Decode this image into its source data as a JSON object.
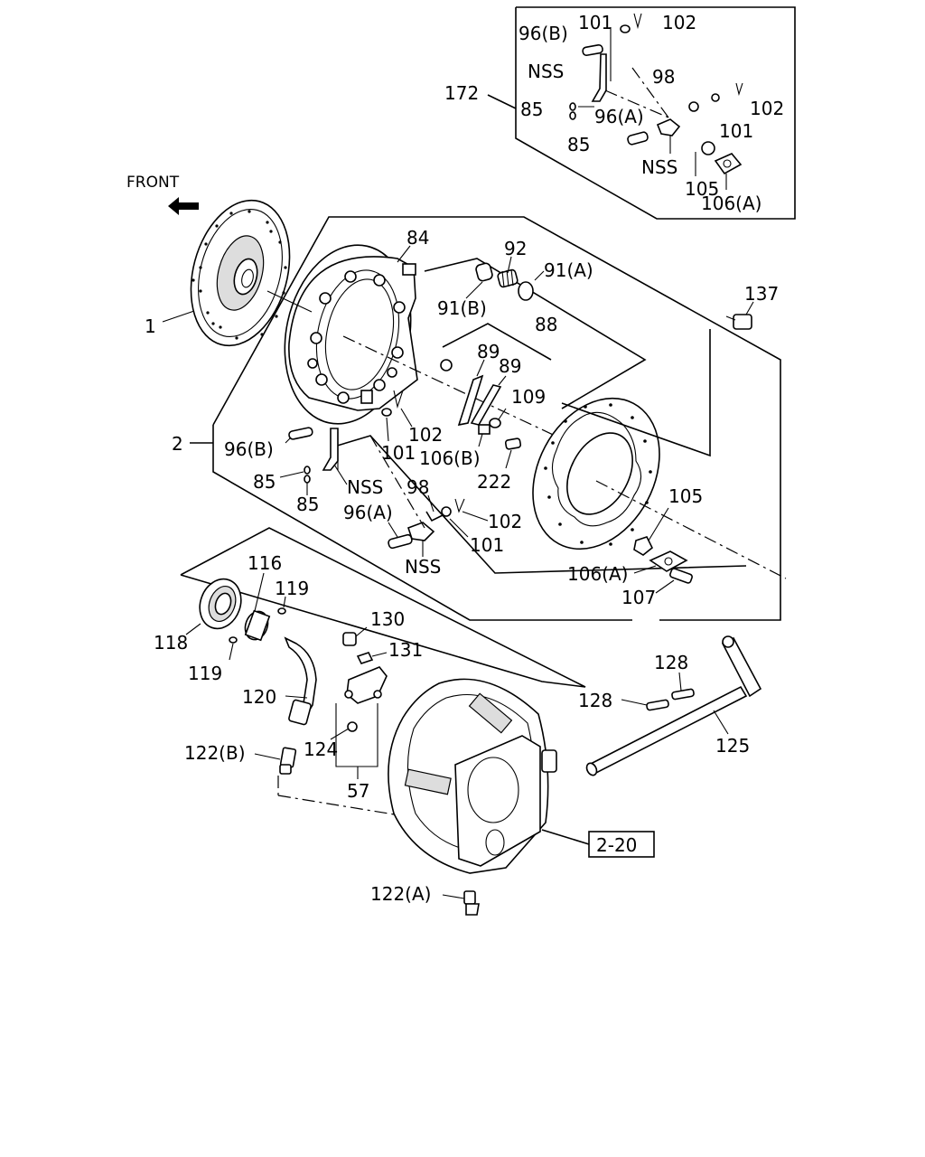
{
  "front_label": "FRONT",
  "reference_box": "2-20",
  "labels": {
    "p96b_top": "96(B)",
    "p101_top": "101",
    "p102_top": "102",
    "nss_top": "NSS",
    "p98_top": "98",
    "p172": "172",
    "p85_top_a": "85",
    "p96a_top": "96(A)",
    "p101_top2": "101",
    "p102_top2": "102",
    "p85_top_b": "85",
    "nss_top2": "NSS",
    "p105_top": "105",
    "p106a_top": "106(A)",
    "p84": "84",
    "p92": "92",
    "p91a": "91(A)",
    "p91b": "91(B)",
    "p88": "88",
    "p137": "137",
    "p89a": "89",
    "p89b": "89",
    "p109": "109",
    "p1": "1",
    "p2": "2",
    "p96b": "96(B)",
    "p102": "102",
    "p101": "101",
    "p106b": "106(B)",
    "p222": "222",
    "p85a": "85",
    "nss": "NSS",
    "p85b": "85",
    "p98": "98",
    "p96a": "96(A)",
    "p102b": "102",
    "p101b": "101",
    "nss2": "NSS",
    "p105": "105",
    "p106a": "106(A)",
    "p107": "107",
    "p116": "116",
    "p119a": "119",
    "p118": "118",
    "p130": "130",
    "p131": "131",
    "p119b": "119",
    "p120": "120",
    "p128a": "128",
    "p128b": "128",
    "p122b": "122(B)",
    "p124": "124",
    "p125": "125",
    "p57": "57",
    "p122a": "122(A)"
  }
}
